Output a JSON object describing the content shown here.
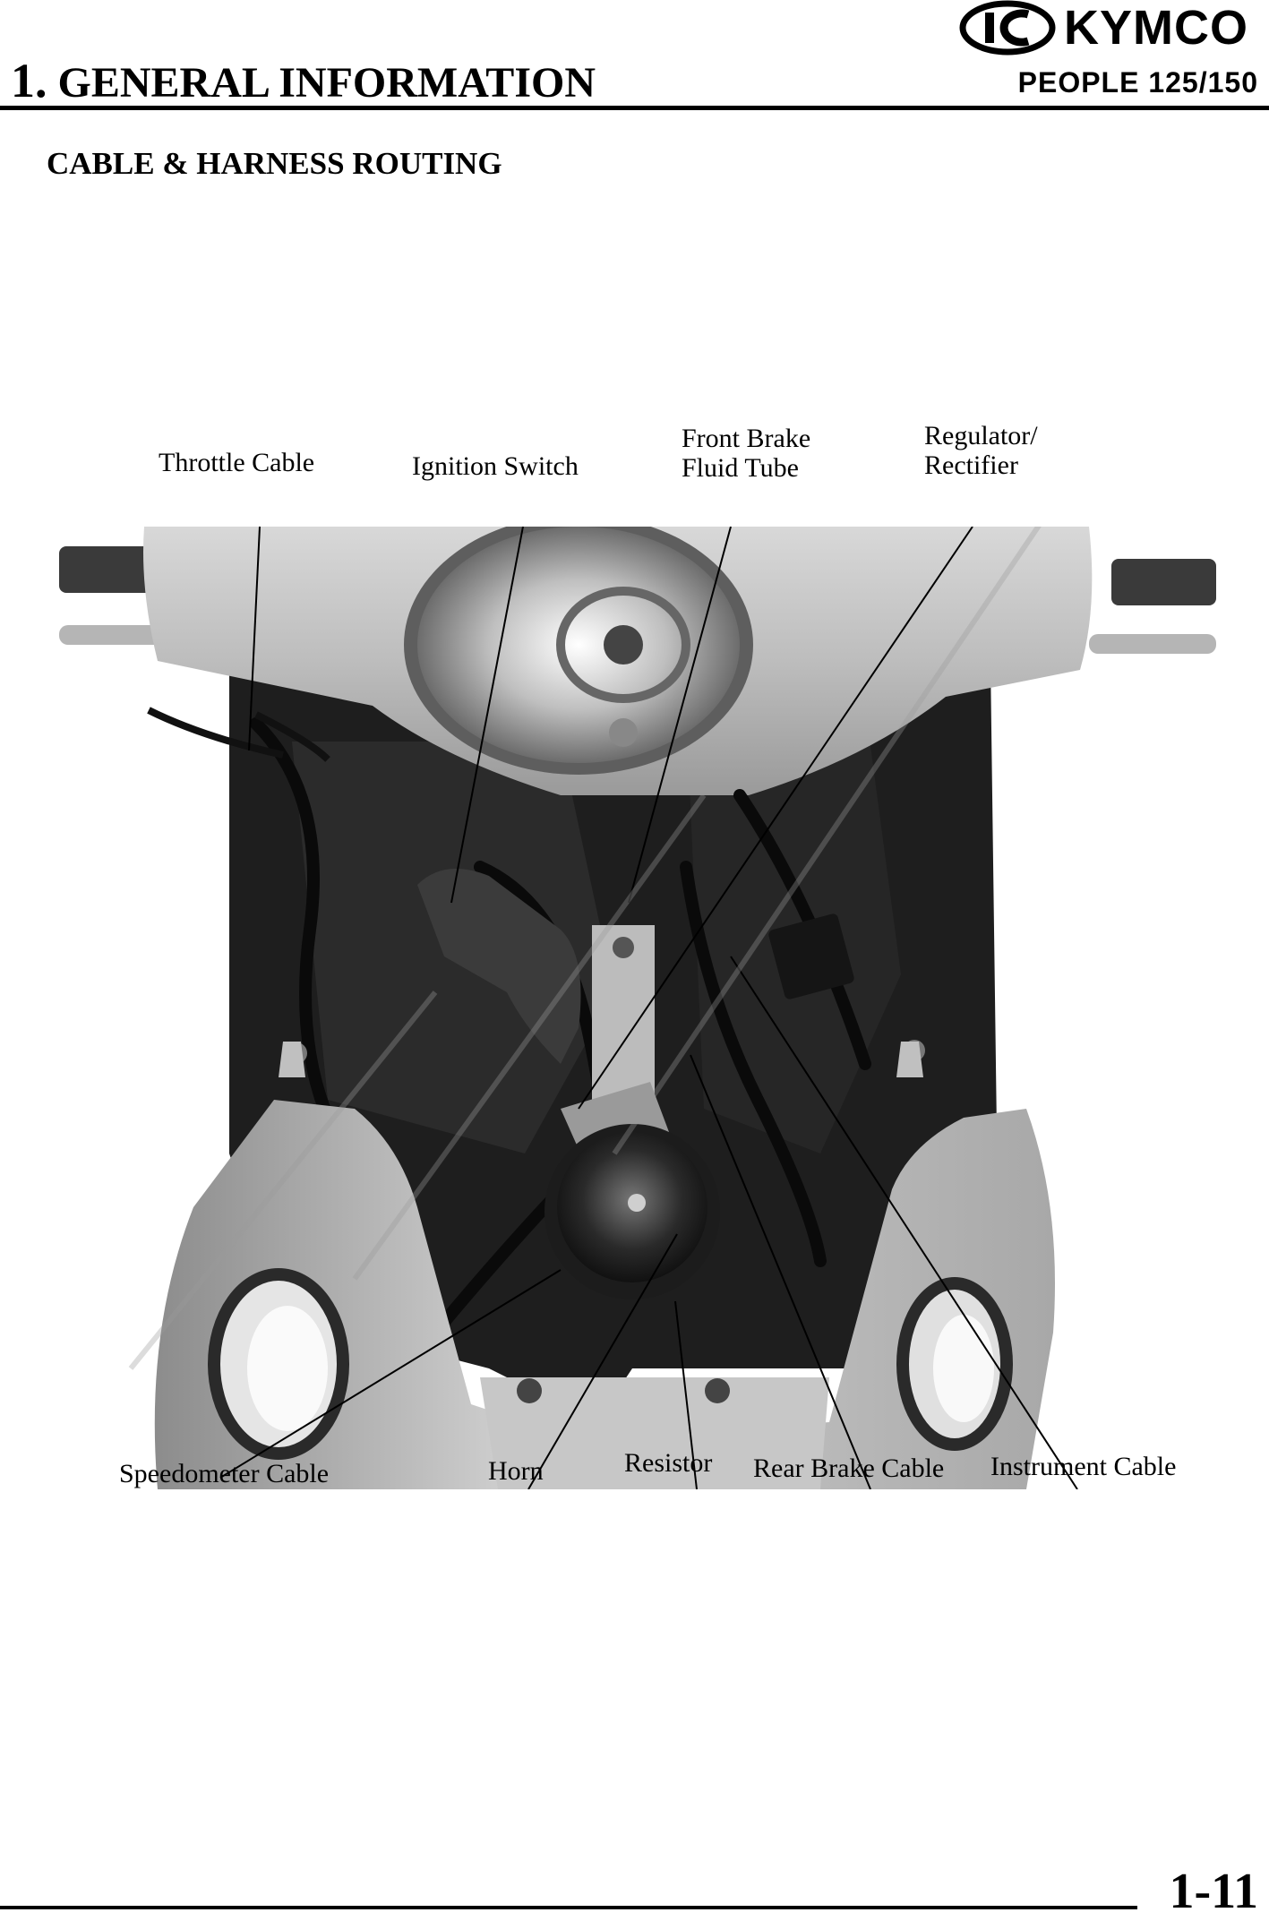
{
  "header": {
    "brand": "KYMCO",
    "chapter_number": "1.",
    "chapter_title": "GENERAL INFORMATION",
    "model": "PEOPLE 125/150"
  },
  "section_title": "CABLE & HARNESS ROUTING",
  "callouts": {
    "throttle_cable": "Throttle Cable",
    "ignition_switch": "Ignition Switch",
    "front_brake_line1": "Front Brake",
    "front_brake_line2": "Fluid Tube",
    "regulator_line1": "Regulator/",
    "regulator_line2": "Rectifier",
    "speedometer_cable": "Speedometer Cable",
    "horn": "Horn",
    "resistor": "Resistor",
    "rear_brake_cable": "Rear Brake Cable",
    "instrument_cable": "Instrument Cable"
  },
  "footer": {
    "page_number": "1-11"
  }
}
